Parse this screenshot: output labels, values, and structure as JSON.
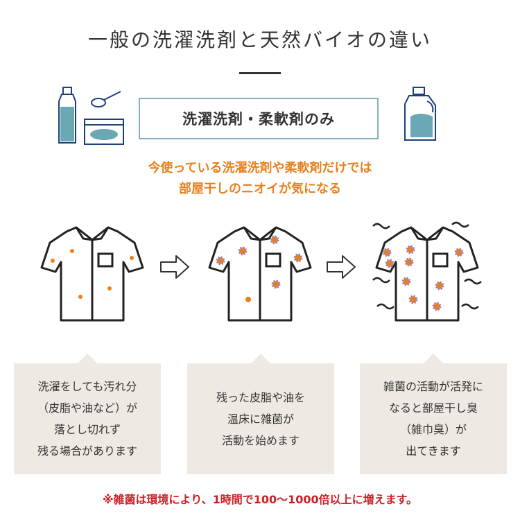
{
  "title": "一般の洗濯洗剤と天然バイオの違い",
  "label": "洗濯洗剤・柔軟剤のみ",
  "subtitle": [
    "今使っている洗濯洗剤や柔軟剤だけでは",
    "部屋干しのニオイが気になる"
  ],
  "steps": [
    {
      "lines": [
        "洗濯をしても汚れ分",
        "（皮脂や油など）が",
        "落とし切れず",
        "残る場合があります"
      ]
    },
    {
      "lines": [
        "残った皮脂や油を",
        "温床に雑菌が",
        "活動を始めます"
      ]
    },
    {
      "lines": [
        "雑菌の活動が活発に",
        "なると部屋干し臭",
        "（雑巾臭）が",
        "出てきます"
      ]
    }
  ],
  "footnote": "※雑菌は環境により、1時間で100〜1000倍以上に増えます。",
  "colors": {
    "accent_orange": "#e8801e",
    "box_border": "#7fb2bd",
    "bubble_bg": "#efe9e4",
    "footnote_red": "#cc1f24",
    "icon_teal": "#6aa8b4"
  },
  "icons": [
    "detergent-bottle-icon",
    "powder-detergent-icon",
    "softener-jug-icon",
    "shirt-icon",
    "right-arrow-icon",
    "germ-icon",
    "odor-wave-icon"
  ]
}
